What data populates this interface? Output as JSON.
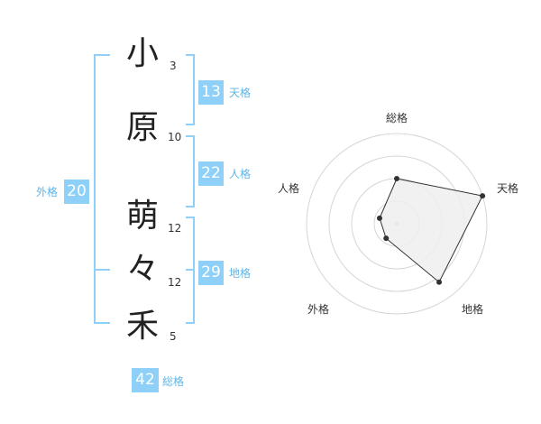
{
  "name": {
    "characters": [
      {
        "char": "小",
        "strokes": "3"
      },
      {
        "char": "原",
        "strokes": "10"
      },
      {
        "char": "萌",
        "strokes": "12"
      },
      {
        "char": "々",
        "strokes": "12"
      },
      {
        "char": "禾",
        "strokes": "5"
      }
    ]
  },
  "kaku": {
    "tenkaku": {
      "value": "13",
      "label": "天格"
    },
    "jinkaku": {
      "value": "22",
      "label": "人格"
    },
    "chikaku": {
      "value": "29",
      "label": "地格"
    },
    "gaikaku": {
      "value": "20",
      "label": "外格"
    },
    "soukaku": {
      "value": "42",
      "label": "総格"
    }
  },
  "radar": {
    "axes": [
      "総格",
      "天格",
      "地格",
      "外格",
      "人格"
    ],
    "values": [
      2.5,
      5,
      4,
      1,
      1
    ],
    "max": 5,
    "rings": 4,
    "colors": {
      "fill": "#eeeeee",
      "stroke": "#333333",
      "grid": "#d6d6d6",
      "center": "#cccccc"
    }
  },
  "colors": {
    "accent": "#8fd0f8",
    "accent_text": "#5fb6e6"
  }
}
